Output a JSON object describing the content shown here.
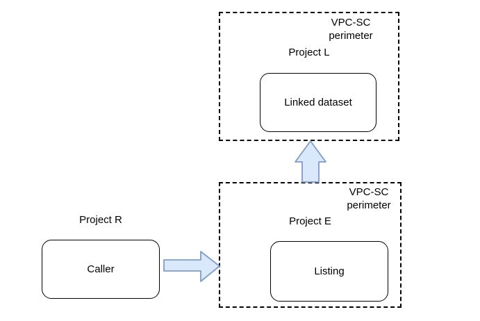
{
  "diagram": {
    "colors": {
      "background": "#ffffff",
      "border": "#000000",
      "text": "#000000",
      "arrow_fill": "#dae8fc",
      "arrow_stroke": "#7e9cc9"
    },
    "perimeter_top": {
      "label_line1": "VPC-SC",
      "label_line2": "perimeter",
      "project_label": "Project L",
      "node_label": "Linked dataset"
    },
    "perimeter_bottom": {
      "label_line1": "VPC-SC",
      "label_line2": "perimeter",
      "project_label": "Project E",
      "node_label": "Listing"
    },
    "external": {
      "project_label": "Project R",
      "node_label": "Caller"
    },
    "arrows": [
      {
        "name": "caller-to-listing",
        "direction": "right"
      },
      {
        "name": "listing-to-linked-dataset",
        "direction": "up"
      }
    ]
  }
}
